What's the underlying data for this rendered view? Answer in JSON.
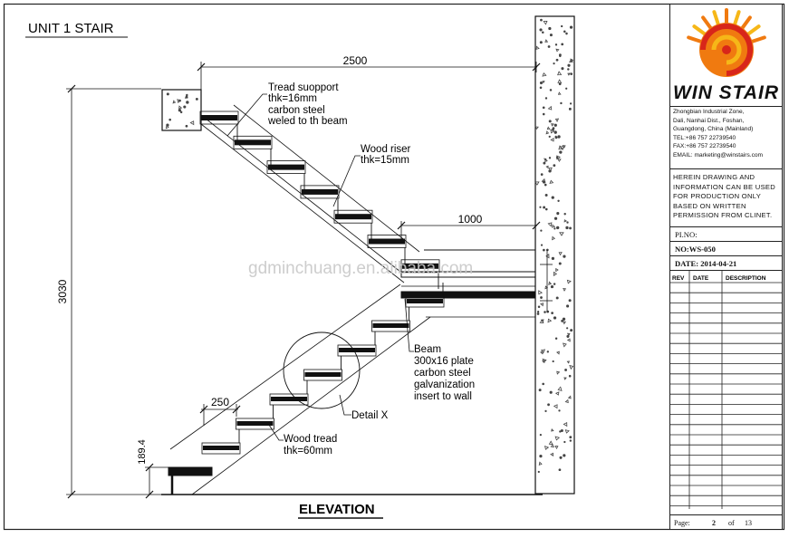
{
  "drawing": {
    "unit_title": "UNIT 1 STAIR",
    "view_title": "ELEVATION",
    "watermark": "gdminchuang.en.alibaba.com",
    "dimensions": {
      "top_span": "2500",
      "landing_depth": "1000",
      "total_height": "3030",
      "tread_going": "250",
      "first_rise": "189.4"
    },
    "callouts": {
      "tread_support": [
        "Tread suopport",
        "thk=16mm",
        "carbon steel",
        "weled to th beam"
      ],
      "wood_riser": [
        "Wood riser",
        "thk=15mm"
      ],
      "beam": [
        "Beam",
        "300x16 plate",
        "carbon steel",
        "galvanization",
        "insert to wall"
      ],
      "detail": "Detail X",
      "wood_tread": [
        "Wood tread",
        "thk=60mm"
      ]
    }
  },
  "title_block": {
    "brand": "WIN STAIR",
    "address_lines": [
      "Zhongbian Industrial Zone,",
      "Dali, Nanhai Dist., Foshan,",
      "Guangdong, China (Mainland)",
      "TEL:+86 757 22739540",
      "FAX:+86 757 22739540",
      "EMAIL: marketing@winstairs.com"
    ],
    "note_lines": [
      "HEREIN DRAWING AND",
      "INFORMATION CAN BE USED",
      "FOR PRODUCTION ONLY",
      "BASED ON WRITTEN",
      "PERMISSION FROM CLINET."
    ],
    "pi_no": "PI.NO:",
    "no": "NO:WS-050",
    "date": "DATE:  2014-04-21",
    "rev_headers": [
      "REV",
      "DATE",
      "DESCRIPTION"
    ],
    "page_label": "Page:",
    "page_current": "2",
    "page_of": "of",
    "page_total": "13"
  },
  "colors": {
    "line": "#111111",
    "concrete_fill": "#ffffff",
    "logo_orange": "#f07a10",
    "logo_red": "#d8261a",
    "logo_yellow": "#f6b718"
  }
}
